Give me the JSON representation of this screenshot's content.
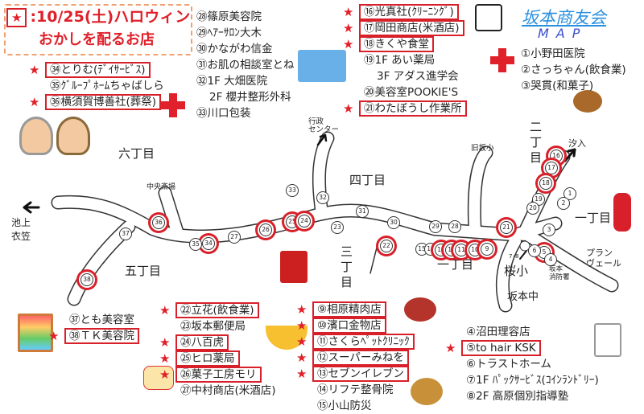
{
  "header": {
    "star_symbol": "★",
    "event_line": ":10/25(土)ハロウィン",
    "event_subtitle": "おかしを配るお店",
    "brand": "坂本商友会",
    "brand_map": "MAP"
  },
  "colors": {
    "accent_red": "#d8202a",
    "brand_blue": "#2a90e0",
    "map_blue": "#3a4fd0"
  },
  "lists": {
    "a": [
      {
        "label": "㉞とりむ(ﾃﾞｲｻｰﾋﾞｽ)",
        "starred": true
      },
      {
        "label": "㉟ｸﾞﾙｰﾌﾟﾎｰﾑちゃばしら",
        "starred": false
      },
      {
        "label": "㊱横須賀博善社(葬祭)",
        "starred": true
      }
    ],
    "b": [
      {
        "label": "㉘篠原美容院",
        "starred": false
      },
      {
        "label": "㉙ﾍｱｰｻﾛﾝ大木",
        "starred": false
      },
      {
        "label": "㉚かながわ信金",
        "starred": false
      },
      {
        "label": "㉛お肌の相談室とね",
        "starred": false
      },
      {
        "label": "㉜1F 大畑医院",
        "starred": false
      },
      {
        "label": "2F 櫻井整形外科",
        "starred": false,
        "sub": true
      },
      {
        "label": "㉝川口包装",
        "starred": false
      }
    ],
    "c": [
      {
        "label": "⑯光真社(ｸﾘｰﾆﾝｸﾞ)",
        "starred": true
      },
      {
        "label": "⑰岡田商店(米酒店)",
        "starred": true
      },
      {
        "label": "⑱きくや食堂",
        "starred": true
      },
      {
        "label": "⑲1F あい薬局",
        "starred": false
      },
      {
        "label": "3F アダス進学会",
        "starred": false,
        "sub": true
      },
      {
        "label": "⑳美容室POOKIE'S",
        "starred": false
      },
      {
        "label": "㉑わたぼうし作業所",
        "starred": true
      }
    ],
    "d": [
      {
        "label": "①小野田医院",
        "starred": false
      },
      {
        "label": "②さっちゃん(飲食業)",
        "starred": false
      },
      {
        "label": "③哭貫(和菓子)",
        "starred": false
      }
    ],
    "e": [
      {
        "label": "㊲とも美容室",
        "starred": false
      },
      {
        "label": "㊳ＴＫ美容院",
        "starred": true
      }
    ],
    "f": [
      {
        "label": "㉒立花(飲食業)",
        "starred": true
      },
      {
        "label": "㉓坂本郵便局",
        "starred": false
      },
      {
        "label": "㉔八百虎",
        "starred": true
      },
      {
        "label": "㉕ヒロ薬局",
        "starred": true
      },
      {
        "label": "㉖菓子工房モリ",
        "starred": true
      },
      {
        "label": "㉗中村商店(米酒店)",
        "starred": false
      }
    ],
    "g": [
      {
        "label": "⑨相原精肉店",
        "starred": true
      },
      {
        "label": "⑩濱口金物店",
        "starred": true
      },
      {
        "label": "⑪さくらﾍﾟｯﾄｸﾘﾆｯｸ",
        "starred": true
      },
      {
        "label": "⑫スーパーみねを",
        "starred": true
      },
      {
        "label": "⑬セブンイレブン",
        "starred": true
      },
      {
        "label": "⑭リフテ整骨院",
        "starred": false
      },
      {
        "label": "⑮小山防災",
        "starred": false
      }
    ],
    "h": [
      {
        "label": "④沼田理容店",
        "starred": false
      },
      {
        "label": "⑤to hair KSK",
        "starred": true
      },
      {
        "label": "⑥トラストホーム",
        "starred": false
      },
      {
        "label": "⑦1F ﾊﾟｯｸｻｰﾋﾞｽ(ｺｲﾝﾗﾝﾄﾞﾘｰ)",
        "starred": false
      },
      {
        "label": "⑧2F 高原個別指導塾",
        "starred": false
      }
    ]
  },
  "markers": [
    {
      "num": "36",
      "starred": true
    },
    {
      "num": "34",
      "starred": true
    },
    {
      "num": "35",
      "starred": false
    },
    {
      "num": "37",
      "starred": false
    },
    {
      "num": "27",
      "starred": false
    },
    {
      "num": "26",
      "starred": true
    },
    {
      "num": "25",
      "starred": true
    },
    {
      "num": "24",
      "starred": true
    },
    {
      "num": "33",
      "starred": false
    },
    {
      "num": "32",
      "starred": false
    },
    {
      "num": "38",
      "starred": true
    },
    {
      "num": "23",
      "starred": false
    },
    {
      "num": "31",
      "starred": false
    },
    {
      "num": "30",
      "starred": false
    },
    {
      "num": "29",
      "starred": false
    },
    {
      "num": "28",
      "starred": false
    },
    {
      "num": "22",
      "starred": true
    },
    {
      "num": "15",
      "starred": false
    },
    {
      "num": "14",
      "starred": false
    },
    {
      "num": "13",
      "starred": true
    },
    {
      "num": "12",
      "starred": true
    },
    {
      "num": "11",
      "starred": true
    },
    {
      "num": "10",
      "starred": true
    },
    {
      "num": "9",
      "starred": true
    },
    {
      "num": "21",
      "starred": true
    },
    {
      "num": "16",
      "starred": true
    },
    {
      "num": "17",
      "starred": true
    },
    {
      "num": "18",
      "starred": true
    },
    {
      "num": "19",
      "starred": false
    },
    {
      "num": "20",
      "starred": false
    },
    {
      "num": "1",
      "starred": false
    },
    {
      "num": "2",
      "starred": false
    },
    {
      "num": "3",
      "starred": false
    },
    {
      "num": "5",
      "starred": true
    },
    {
      "num": "6",
      "starred": false
    },
    {
      "num": "4",
      "starred": false
    }
  ],
  "areas": {
    "rokuchome": "六丁目",
    "gochome": "五丁目",
    "yonchome": "四丁目",
    "sanchome": "三丁目",
    "itchome_center": "一丁目",
    "nichome": "二丁目",
    "itchome_east": "一丁目"
  },
  "places": {
    "gyosei": "行政\nセンター",
    "kyu_sakasho": "旧坂小",
    "shioiri": "汐入",
    "chuo_saijo": "中央斎場",
    "ikegami": "池上",
    "kinugasa": "衣笠",
    "sakurasho": "桜小",
    "shobosho": "坂本\n消防署",
    "planvert": "プラン\nヴェール",
    "sakamoto_chu": "坂本中",
    "marker_78": "7･8"
  }
}
